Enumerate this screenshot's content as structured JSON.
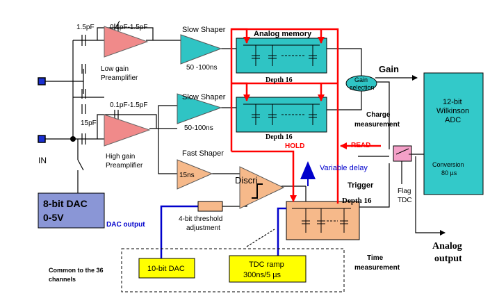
{
  "colors": {
    "preamp": "#f08a8a",
    "shaper": "#2fc4c4",
    "memory": "#2fc4c4",
    "adc": "#33c9c9",
    "fast": "#f6b98a",
    "dac8": "#8a96d6",
    "yellow": "#ffff00",
    "red": "#ff0000",
    "blue": "#0000cc",
    "pink": "#f4a0c8"
  },
  "labels": {
    "cap_15pf_top": "1.5pF",
    "cap_var_top": "0.1pF-1.5pF",
    "low_gain": "Low gain\nPreamplifier",
    "slow_shaper_1": "Slow Shaper",
    "shaper_time_1": "50 -100ns",
    "analog_memory": "Analog memory",
    "depth_1": "Depth 16",
    "gain": "Gain",
    "gain_selection": "Gain\nselection",
    "adc": "12-bit\nWilkinson\nADC",
    "conversion": "Conversion\n80 µs",
    "cap_var_2": "0.1pF-1.5pF",
    "slow_shaper_2": "Slow Shaper",
    "shaper_time_2": "50-100ns",
    "cap_15pf_2": "15pF",
    "depth_2": "Depth 16",
    "charge_measurement": "Charge\nmeasurement",
    "in": "IN",
    "high_gain": "High gain\nPreamplifier",
    "hold": "HOLD",
    "read": "READ",
    "fast_shaper": "Fast Shaper",
    "fast_time": "15ns",
    "discri": "Discri",
    "variable_delay": "Variable delay",
    "trigger": "Trigger",
    "depth_3": "Depth 16",
    "flag_tdc": "Flag\nTDC",
    "dac8": "8-bit DAC\n0-5V",
    "dac_output": "DAC output",
    "threshold": "4-bit threshold\nadjustment",
    "time_measurement": "Time\nmeasurement",
    "analog_output": "Analog\noutput",
    "common": "Common to the 36\nchannels",
    "dac10": "10-bit DAC",
    "tdc_ramp": "TDC ramp\n300ns/5 µs"
  }
}
